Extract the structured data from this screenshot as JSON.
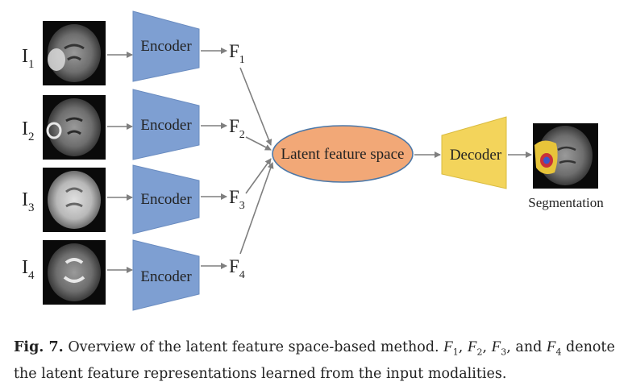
{
  "figure": {
    "inputs": [
      {
        "label": "I",
        "sub": "1"
      },
      {
        "label": "I",
        "sub": "2"
      },
      {
        "label": "I",
        "sub": "3"
      },
      {
        "label": "I",
        "sub": "4"
      }
    ],
    "encoder_label": "Encoder",
    "features": [
      {
        "label": "F",
        "sub": "1"
      },
      {
        "label": "F",
        "sub": "2"
      },
      {
        "label": "F",
        "sub": "3"
      },
      {
        "label": "F",
        "sub": "4"
      }
    ],
    "latent_label": "Latent feature space",
    "decoder_label": "Decoder",
    "output_label": "Segmentation",
    "colors": {
      "encoder_fill": "#7e9fd2",
      "latent_fill": "#f2a877",
      "decoder_fill": "#f3d45b",
      "arrow": "#7f7f7f"
    }
  },
  "caption": {
    "label": "Fig. 7.",
    "text_a": " Overview of the latent feature space-based method. ",
    "F1": "F",
    "F1_sub": "1",
    "sep1": ", ",
    "F2": "F",
    "F2_sub": "2",
    "sep2": ", ",
    "F3": "F",
    "F3_sub": "3",
    "sep3": ", and ",
    "F4": "F",
    "F4_sub": "4",
    "text_b": " denote the latent feature representations learned from the input modalities."
  }
}
